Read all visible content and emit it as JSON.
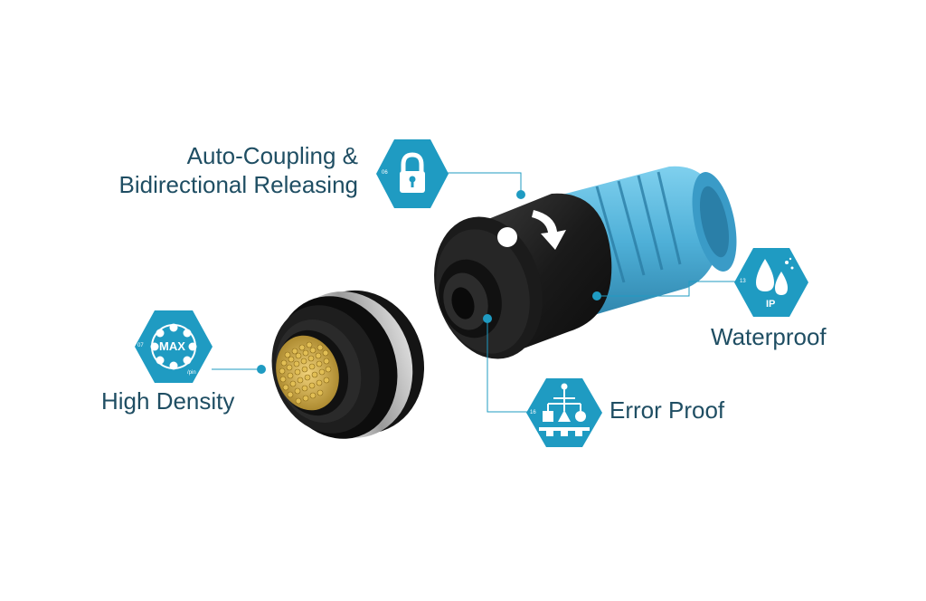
{
  "features": {
    "auto_coupling": {
      "line1": "Auto-Coupling &",
      "line2": "Bidirectional Releasing",
      "icon": "lock-icon",
      "number": "06"
    },
    "high_density": {
      "label": "High Density",
      "icon": "max-pins-icon",
      "number": "07",
      "badge": "MAX",
      "unit": "/pin"
    },
    "waterproof": {
      "label": "Waterproof",
      "icon": "water-drops-icon",
      "number": "13",
      "badge": "IP"
    },
    "error_proof": {
      "label": "Error Proof",
      "icon": "keying-shapes-icon",
      "number": "16"
    }
  },
  "colors": {
    "accent": "#1f9bc2",
    "text": "#1f4e63",
    "connector_body": "#1b1b1b",
    "sleeve": "#5ab8dd",
    "pins": "#c9a43a"
  }
}
